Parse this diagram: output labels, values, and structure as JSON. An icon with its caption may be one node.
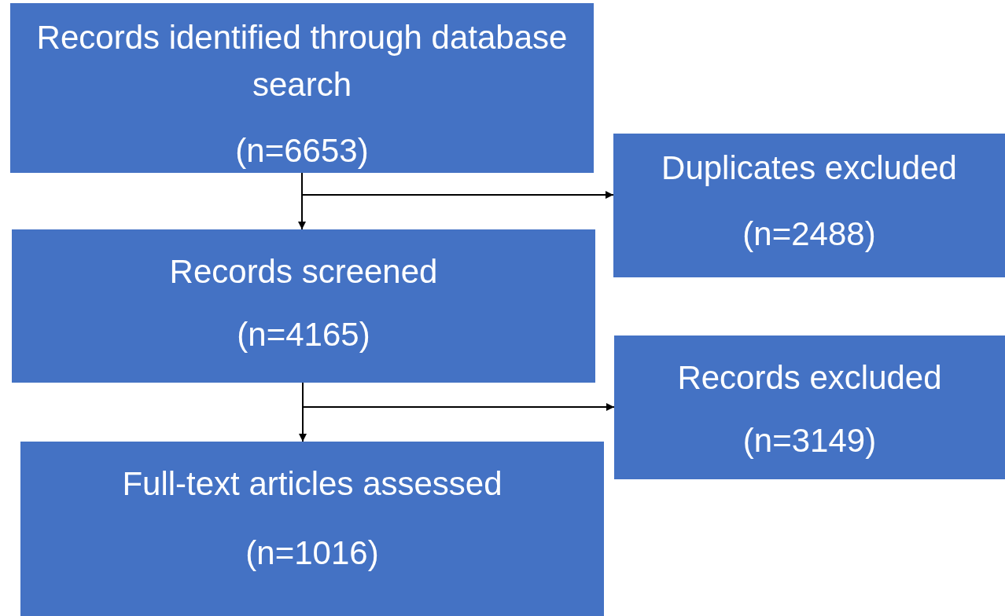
{
  "diagram": {
    "nodes": [
      {
        "text": [
          "Records identified through database search",
          "(n=6653)"
        ]
      },
      {
        "text": [
          "Duplicates excluded",
          "(n=2488)"
        ]
      },
      {
        "text": [
          "Records screened",
          "(n=4165)"
        ]
      },
      {
        "text": [
          "Records excluded",
          "(n=3149)"
        ]
      },
      {
        "text": [
          "Full-text articles assessed",
          "(n=1016)"
        ]
      }
    ],
    "edges": [
      {
        "from": 0,
        "to": 2,
        "arrow": "to"
      },
      {
        "from": 0,
        "to": 1,
        "arrow": "to"
      },
      {
        "from": 2,
        "to": 4,
        "arrow": "to"
      },
      {
        "from": 2,
        "to": 3,
        "arrow": "to"
      }
    ]
  }
}
